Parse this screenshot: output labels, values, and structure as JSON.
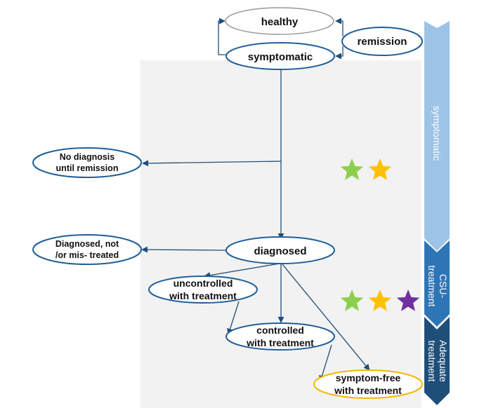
{
  "nodes": {
    "healthy": {
      "label": "healthy"
    },
    "remission": {
      "label": "remission"
    },
    "symptomatic": {
      "label": "symptomatic"
    },
    "no_diagnosis": {
      "line1": "No diagnosis",
      "line2": "until remission"
    },
    "diagnosed": {
      "label": "diagnosed"
    },
    "not_treated": {
      "line1": "Diagnosed, not",
      "line2": "/or mis- treated"
    },
    "uncontrolled": {
      "line1": "uncontrolled",
      "line2": "with treatment"
    },
    "controlled": {
      "line1": "controlled",
      "line2": "with treatment"
    },
    "symptom_free": {
      "line1": "symptom-free",
      "line2": "with treatment"
    }
  },
  "bands": {
    "symptomatic": {
      "label": "symptomatic"
    },
    "csu_treatment": {
      "line1": "CSU-",
      "line2": "treatment"
    },
    "adequate_treatment": {
      "line1": "Adequate",
      "line2": "treatment"
    }
  },
  "stars": {
    "row1": [
      "green",
      "gold"
    ],
    "row2": [
      "green",
      "gold",
      "purple"
    ]
  },
  "colors": {
    "edge": "#1f4e79",
    "node_border": "#1f5f99",
    "healthy_border": "#999999",
    "symptom_free_border": "#f2b705",
    "panel": "#f2f2f2",
    "band_symptomatic": "#9dc3e6",
    "band_csu": "#2e75b6",
    "band_adequate": "#1f4e79",
    "star_green": "#8ccf4d",
    "star_gold": "#ffc000",
    "star_purple": "#7030a0"
  }
}
